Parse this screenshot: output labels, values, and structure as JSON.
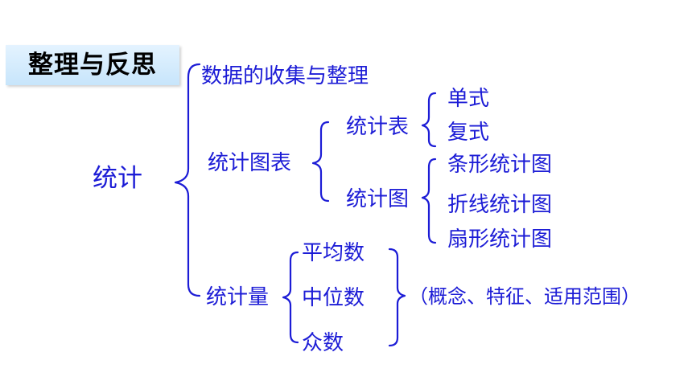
{
  "title": "整理与反思",
  "nodes": {
    "root": "统计",
    "collection": "数据的收集与整理",
    "charts_tables": "统计图表",
    "stat_table": "统计表",
    "single": "单式",
    "compound": "复式",
    "stat_chart": "统计图",
    "bar_chart": "条形统计图",
    "line_chart": "折线统计图",
    "pie_chart": "扇形统计图",
    "stat_measures": "统计量",
    "mean": "平均数",
    "median": "中位数",
    "mode": "众数",
    "aspects": "（概念、特征、适用范围）"
  },
  "colors": {
    "text": "#1c1cd6",
    "title_bg": "#d4ecfd"
  }
}
